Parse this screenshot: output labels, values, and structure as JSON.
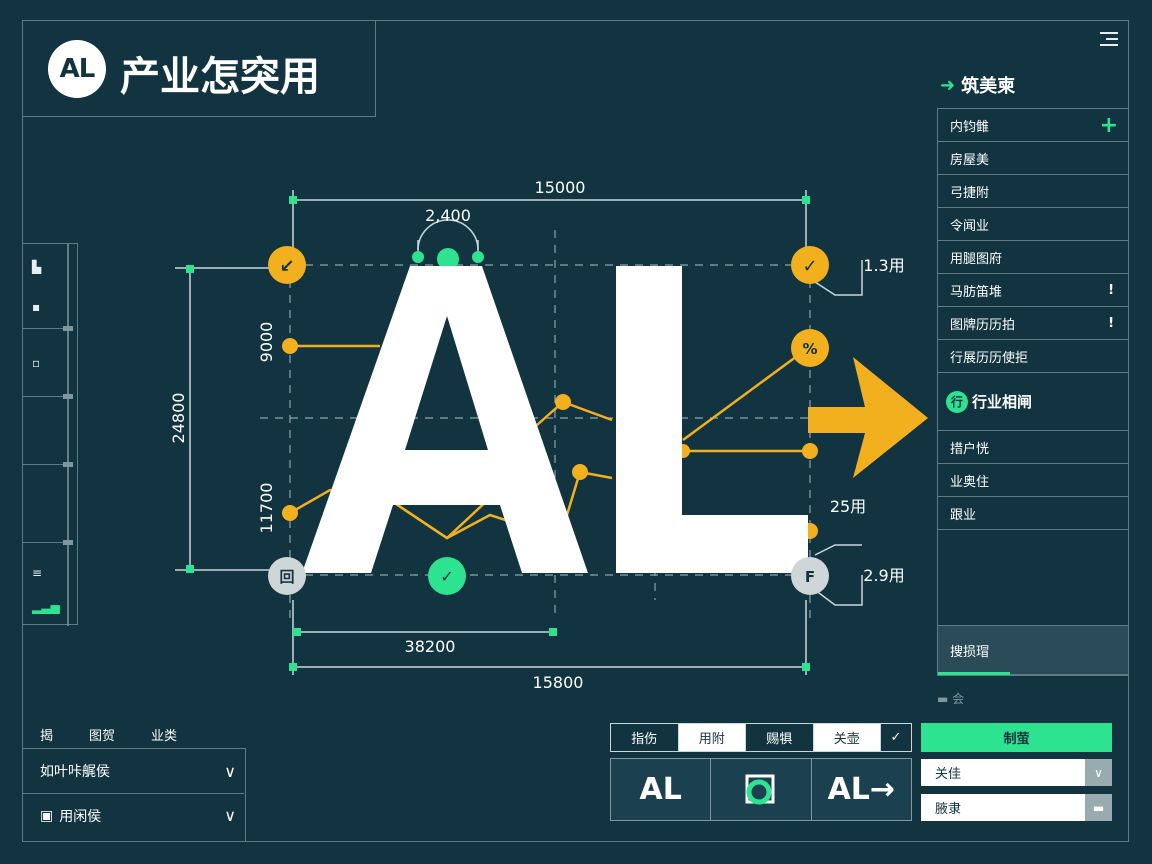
{
  "app": {
    "logo": "AL",
    "title": "产业怎突用"
  },
  "panel": {
    "title": "筑美柬",
    "title_icon": "arrow-right-icon"
  },
  "right_list": {
    "items": [
      {
        "label": "内钧雔",
        "trail": "+"
      },
      {
        "label": "房屋美",
        "trail": ""
      },
      {
        "label": "弓捷附",
        "trail": ""
      },
      {
        "label": "令闻业",
        "trail": ""
      },
      {
        "label": "用腿图府",
        "trail": ""
      },
      {
        "label": "马肪笛堆",
        "trail": "!"
      },
      {
        "label": "图牌历历拍",
        "trail": "!"
      },
      {
        "label": "行展历历使拒",
        "trail": ""
      }
    ],
    "featured": {
      "label": "行业相闸",
      "icon": "行"
    },
    "more_items": [
      "措户恍",
      "业奥住",
      "跟业"
    ],
    "bottom": {
      "label": "搜损瑁"
    },
    "caption": "▬ 会"
  },
  "canvas": {
    "big_letters": "AL",
    "dims": {
      "top_width": "15000",
      "bottom_width": "15800",
      "inner_bottom": "38200",
      "arc": "2,400",
      "left_height": "24800",
      "left_upper": "9000",
      "left_lower": "11700",
      "right_top": "1.3用",
      "right_mid": "25用",
      "right_bottom": "2.9用"
    },
    "markers": {
      "top_left": "↙",
      "top_right": "✓",
      "mid_right": "%",
      "bottom_left": "回",
      "bottom_center": "✓",
      "bottom_right": "F"
    }
  },
  "left_rail": {
    "icons": [
      "bar-chart-icon",
      "dot-icon",
      "square-icon",
      "list-icon",
      "bars-green-icon"
    ]
  },
  "bottom_left": {
    "tabs": [
      "揭",
      "图贺",
      "业类"
    ],
    "rows": [
      {
        "label": "如叶咔艉侯",
        "icon": ""
      },
      {
        "label": "用闲侯",
        "icon": "sheet-icon"
      }
    ]
  },
  "segment": {
    "options": [
      "指伤",
      "用附",
      "赐犋",
      "关壶"
    ],
    "active": 1
  },
  "tiles": [
    "AL",
    "",
    "AL→"
  ],
  "right_bottom": {
    "button": "制萤",
    "select1": "关佳",
    "select2": "腋隶"
  },
  "colors": {
    "bg": "#123440",
    "accent": "#2ee38f",
    "orange": "#f3b01e",
    "line": "#5f7c86"
  }
}
